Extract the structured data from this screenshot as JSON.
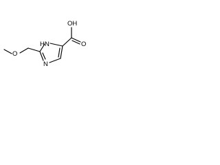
{
  "structure": {
    "labels": {
      "methoxy_oxygen": "O",
      "ring_nh": "H",
      "ring_nh_n": "N",
      "ring_n": "N",
      "hydroxyl": "OH",
      "carbonyl_oxygen": "O"
    },
    "colors": {
      "background": "#ffffff",
      "bond": "#000000",
      "label": "#000000"
    }
  }
}
